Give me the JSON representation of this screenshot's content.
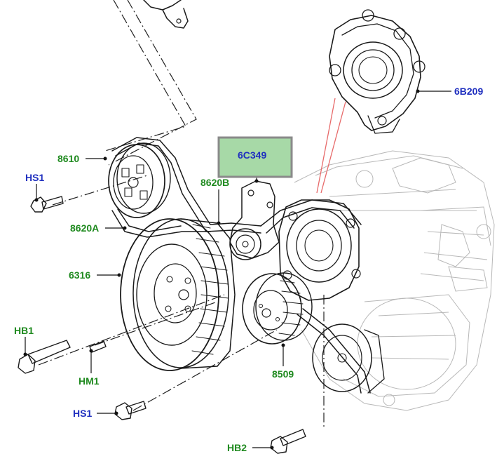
{
  "colors": {
    "green_label": "#1f8a1f",
    "blue_label": "#1f2fbf",
    "highlight_fill": "#a7d9a7",
    "highlight_border": "#8a8a8a",
    "pointer_red": "#e76a6a"
  },
  "callouts": {
    "c8610": "8610",
    "c8620a": "8620A",
    "c8620b": "8620B",
    "c6316": "6316",
    "c8509": "8509",
    "hm1": "HM1",
    "hs1_top": "HS1",
    "hs1_bottom": "HS1",
    "hb1": "HB1",
    "hb2": "HB2",
    "c6b209": "6B209",
    "c6c349": "6C349"
  }
}
